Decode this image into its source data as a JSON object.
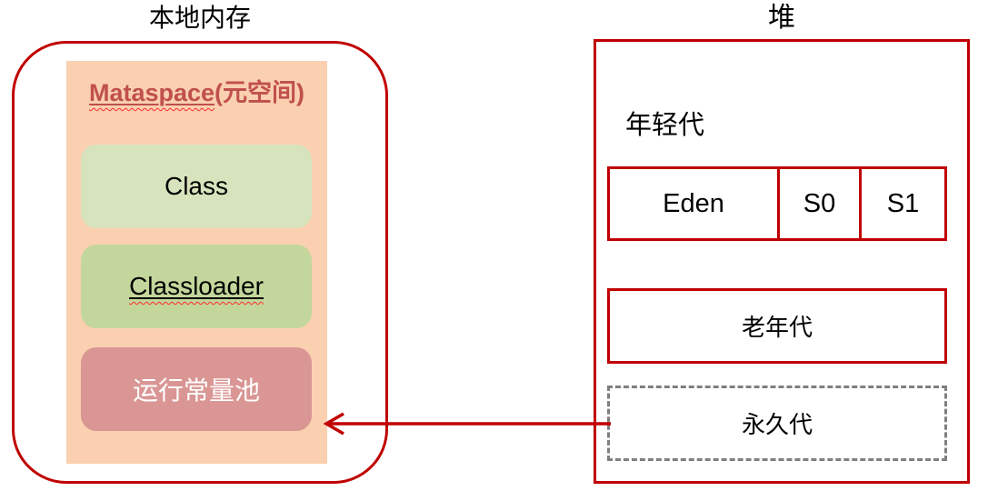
{
  "diagram": {
    "local_memory": {
      "title": "本地内存",
      "metaspace": {
        "title_name": "Mataspace",
        "title_suffix": "(元空间)",
        "class_block_label": "Class",
        "classloader_block_label": "Classloader",
        "runtime_constant_pool_label": "运行常量池"
      }
    },
    "heap": {
      "title": "堆",
      "young_gen": {
        "label": "年轻代",
        "regions": [
          "Eden",
          "S0",
          "S1"
        ]
      },
      "old_gen_label": "老年代",
      "perm_gen_label": "永久代"
    },
    "arrow": {
      "from": "永久代",
      "to": "运行常量池"
    },
    "colors": {
      "outline_red": "#C00000",
      "metaspace_bg": "#FAD0B0",
      "metaspace_title_text": "#C0504D",
      "class_block_bg": "#D6E3BD",
      "classloader_block_bg": "#C3D69B",
      "constant_pool_block_bg": "#D99694",
      "constant_pool_text": "#FFFFFF",
      "perm_gen_dash_gray": "#7F7F7F",
      "spellcheck_squiggle": "#FF2A2A"
    }
  }
}
